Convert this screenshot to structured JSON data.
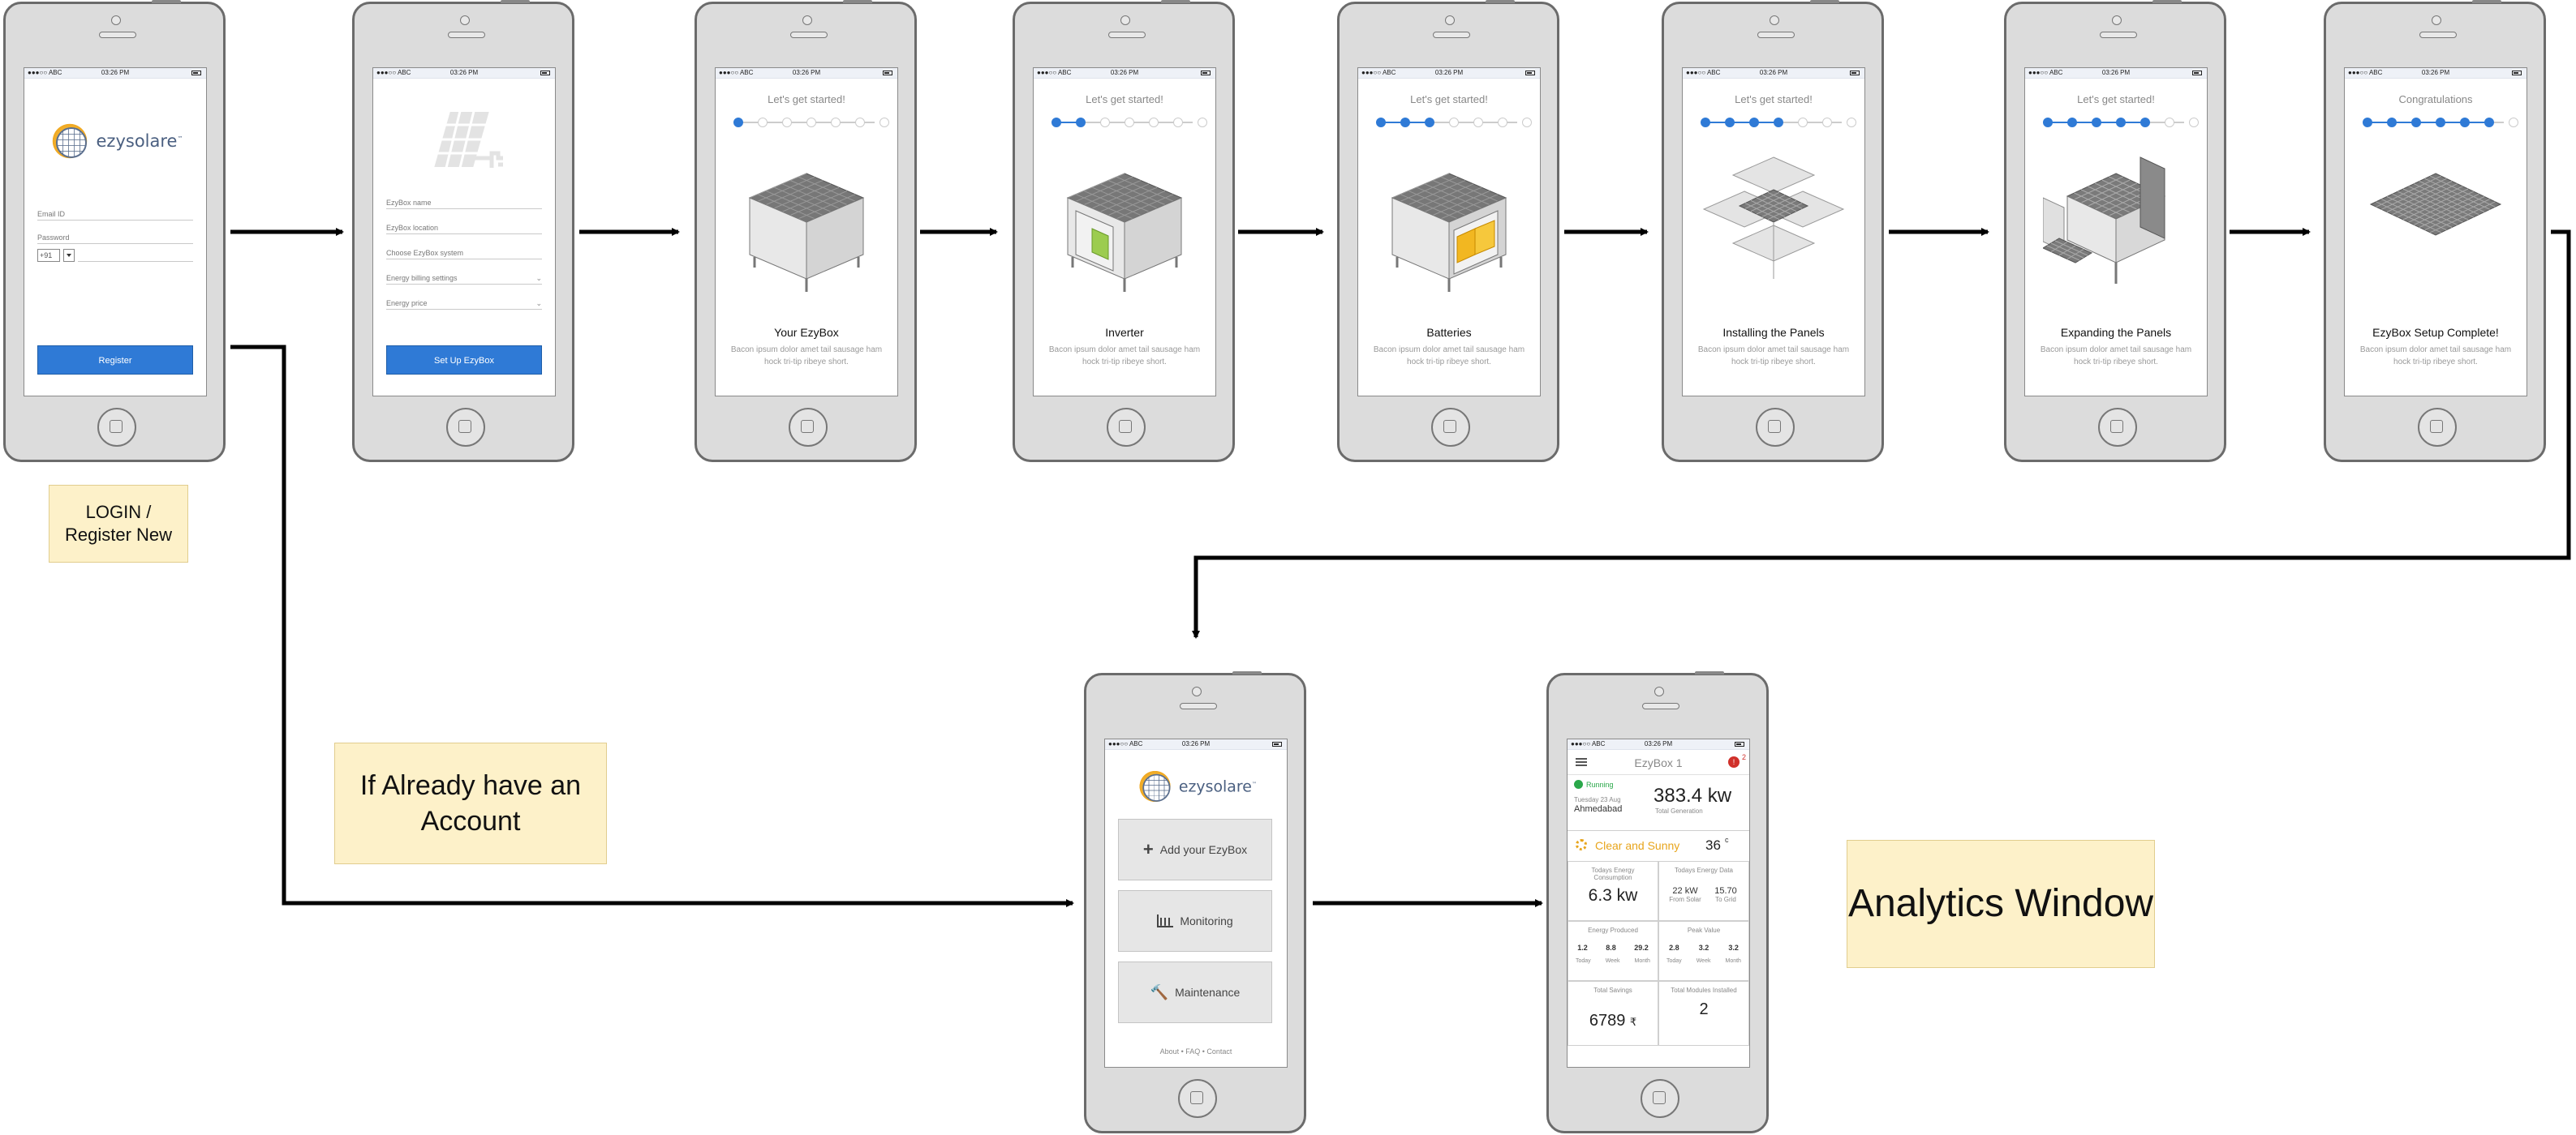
{
  "status_bar": {
    "carrier": "●●●○○ ABC",
    "time": "03:26 PM"
  },
  "login": {
    "brand": "ezysolare",
    "tm": "™",
    "email_placeholder": "Email ID",
    "password_placeholder": "Password",
    "country_code": "+91",
    "register_button": "Register"
  },
  "setup": {
    "fields": [
      "EzyBox name",
      "EzyBox location",
      "Choose EzyBox system",
      "Energy billing settings",
      "Energy price"
    ],
    "button": "Set Up EzyBox"
  },
  "onboarding": {
    "heading": "Let's get started!",
    "final_heading": "Congratulations",
    "description": "Bacon ipsum dolor amet tail sausage ham hock tri-tip ribeye short.",
    "steps": [
      {
        "title": "Your EzyBox",
        "progress": 1,
        "illustration": "ezybox-cube"
      },
      {
        "title": "Inverter",
        "progress": 2,
        "illustration": "inverter-cube"
      },
      {
        "title": "Batteries",
        "progress": 3,
        "illustration": "batteries-cube"
      },
      {
        "title": "Installing the Panels",
        "progress": 4,
        "illustration": "panels-installing"
      },
      {
        "title": "Expanding the Panels",
        "progress": 5,
        "illustration": "panels-expanding"
      },
      {
        "title": "EzyBox Setup Complete!",
        "progress": 6,
        "illustration": "panels-complete"
      }
    ],
    "total_steps": 6
  },
  "notes": {
    "login": "LOGIN / Register New",
    "existing": "If  Already have an Account",
    "analytics": "Analytics Window"
  },
  "home_menu": {
    "brand": "ezysolare",
    "buttons": [
      "Add your EzyBox",
      "Monitoring",
      "Maintenance"
    ],
    "footer": "About • FAQ • Contact"
  },
  "analytics": {
    "title": "EzyBox 1",
    "alerts": "2",
    "status": "Running",
    "date": "Tuesday 23 Aug",
    "city": "Ahmedabad",
    "total_generation_value": "383.4 kw",
    "total_generation_label": "Total Generation",
    "weather": "Clear and Sunny",
    "temperature": "36",
    "temp_unit": "c",
    "consumption_label": "Todays Energy Consumption",
    "consumption_value": "6.3 kw",
    "energy_data_label": "Todays Energy Data",
    "from_solar_value": "22 kW",
    "from_solar_label": "From Solar",
    "to_grid_value": "15.70",
    "to_grid_label": "To Grid",
    "produced_label": "Energy Produced",
    "produced_values": [
      "1.2",
      "8.8",
      "29.2"
    ],
    "peak_label": "Peak Value",
    "peak_values": [
      "2.8",
      "3.2",
      "3.2"
    ],
    "period_labels": [
      "Today",
      "Week",
      "Month"
    ],
    "savings_label": "Total Savings",
    "savings_value": "6789",
    "currency": "₹",
    "modules_label": "Total Modules Installed",
    "modules_value": "2"
  },
  "colors": {
    "accent": "#2f7ad6",
    "note_bg": "#fdf1c9",
    "running": "#2aa84a",
    "sunny": "#e8a51c",
    "alert": "#d0302a"
  }
}
